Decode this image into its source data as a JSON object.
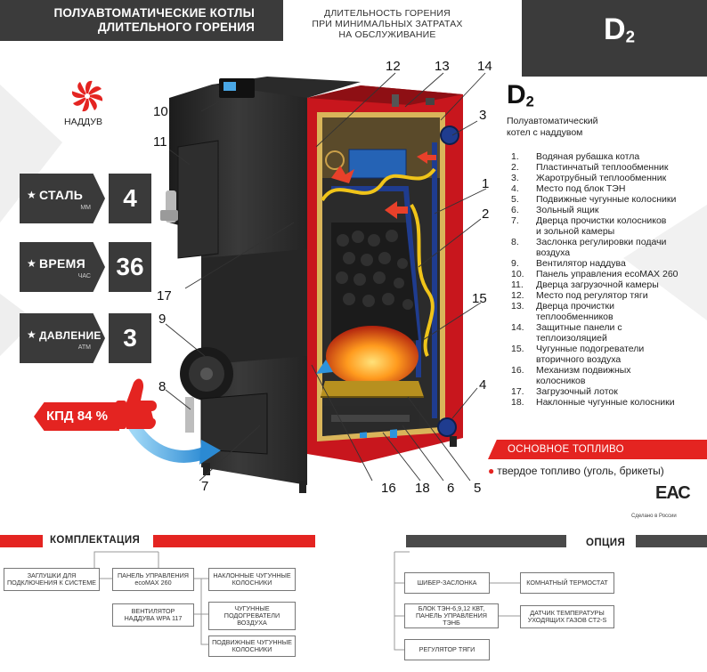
{
  "header": {
    "title_line1": "ПОЛУАВТОМАТИЧЕСКИЕ КОТЛЫ",
    "title_line2": "ДЛИТЕЛЬНОГО ГОРЕНИЯ",
    "subtitle_line1": "ДЛИТЕЛЬНОСТЬ ГОРЕНИЯ",
    "subtitle_line2": "ПРИ МИНИМАЛЬНЫХ ЗАТРАТАХ",
    "subtitle_line3": "НА ОБСЛУЖИВАНИЕ",
    "logo_letter": "D",
    "logo_number": "2"
  },
  "fan_label": "НАДДУВ",
  "specs": [
    {
      "name": "СТАЛЬ",
      "unit": "ММ",
      "value": "4"
    },
    {
      "name": "ВРЕМЯ",
      "unit": "ЧАС",
      "value": "36"
    },
    {
      "name": "ДАВЛЕНИЕ",
      "unit": "АТМ",
      "value": "3"
    }
  ],
  "kpd": "КПД 84 %",
  "description": {
    "logo_letter": "D",
    "logo_number": "2",
    "line1": "Полуавтоматический",
    "line2": "котел с наддувом"
  },
  "callouts": [
    "12",
    "13",
    "14",
    "3",
    "10",
    "11",
    "1",
    "2",
    "17",
    "15",
    "9",
    "8",
    "4",
    "7",
    "16",
    "18",
    "6",
    "5"
  ],
  "legend": [
    {
      "n": "1.",
      "text": "Водяная рубашка котла"
    },
    {
      "n": "2.",
      "text": "Пластинчатый теплообменник"
    },
    {
      "n": "3.",
      "text": "Жаротрубный теплообменник"
    },
    {
      "n": "4.",
      "text": "Место под блок ТЭН"
    },
    {
      "n": "5.",
      "text": "Подвижные чугунные колосники"
    },
    {
      "n": "6.",
      "text": "Зольный ящик"
    },
    {
      "n": "7.",
      "text": "Дверца прочистки колосников"
    },
    {
      "n": "",
      "text": "и зольной камеры"
    },
    {
      "n": "8.",
      "text": "Заслонка регулировки подачи"
    },
    {
      "n": "",
      "text": "воздуха"
    },
    {
      "n": "9.",
      "text": "Вентилятор наддува"
    },
    {
      "n": "10.",
      "text": "Панель управления ecoMAX 260"
    },
    {
      "n": "11.",
      "text": "Дверца загрузочной камеры"
    },
    {
      "n": "12.",
      "text": "Место под регулятор тяги"
    },
    {
      "n": "13.",
      "text": "Дверца прочистки"
    },
    {
      "n": "",
      "text": "теплообменников"
    },
    {
      "n": "14.",
      "text": "Защитные панели с"
    },
    {
      "n": "",
      "text": "теплоизоляцией"
    },
    {
      "n": "15.",
      "text": "Чугунные подогреватели"
    },
    {
      "n": "",
      "text": "вторичного воздуха"
    },
    {
      "n": "16.",
      "text": "Механизм подвижных"
    },
    {
      "n": "",
      "text": "колосников"
    },
    {
      "n": "17.",
      "text": "Загрузочный лоток"
    },
    {
      "n": "18.",
      "text": "Наклонные чугунные колосники"
    }
  ],
  "fuel": {
    "title": "ОСНОВНОЕ ТОПЛИВО",
    "item": "твердое топливо (уголь, брикеты)"
  },
  "eac": {
    "mark": "ЕАС",
    "caption": "Сделано в России"
  },
  "kit": {
    "title": "КОМПЛЕКТАЦИЯ",
    "items": [
      "ЗАГЛУШКИ ДЛЯ ПОДКЛЮЧЕНИЯ К СИСТЕМЕ",
      "ПАНЕЛЬ УПРАВЛЕНИЯ ecoMAX 260",
      "НАКЛОННЫЕ ЧУГУННЫЕ КОЛОСНИКИ",
      "ВЕНТИЛЯТОР НАДДУВА WPA 117",
      "ЧУГУННЫЕ ПОДОГРЕВАТЕЛИ ВОЗДУХА",
      "ПОДВИЖНЫЕ ЧУГУННЫЕ КОЛОСНИКИ"
    ]
  },
  "options": {
    "title": "ОПЦИЯ",
    "items": [
      "ШИБЕР-ЗАСЛОНКА",
      "КОМНАТНЫЙ ТЕРМОСТАТ",
      "БЛОК ТЭН-6,9,12 КВТ, ПАНЕЛЬ УПРАВЛЕНИЯ ТЭНБ",
      "ДАТЧИК ТЕМПЕРАТУРЫ УХОДЯЩИХ ГАЗОВ СТ2-S",
      "РЕГУЛЯТОР ТЯГИ"
    ]
  },
  "colors": {
    "accent": "#e42421",
    "dark": "#3b3b3b",
    "jacket": "#c8161d",
    "firebox": "#1f3c8f"
  }
}
